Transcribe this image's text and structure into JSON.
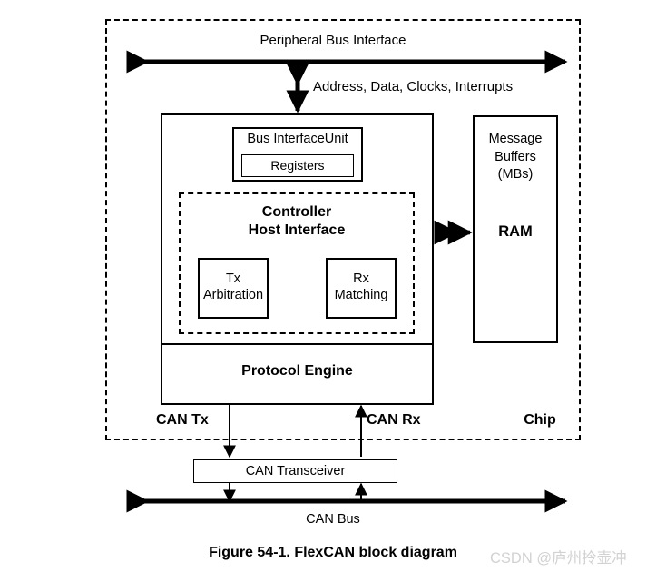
{
  "figure": {
    "caption": "Figure 54-1. FlexCAN block diagram",
    "watermark": "CSDN @庐州拎壶冲"
  },
  "diagram": {
    "chip_label": "Chip",
    "peripheral_bus_label": "Peripheral Bus Interface",
    "bus_signals_label": "Address, Data, Clocks, Interrupts",
    "blocks": {
      "bus_interface_unit": "Bus InterfaceUnit",
      "registers": "Registers",
      "controller_host_interface_line1": "Controller",
      "controller_host_interface_line2": "Host Interface",
      "tx_line1": "Tx",
      "tx_line2": "Arbitration",
      "rx_line1": "Rx",
      "rx_line2": "Matching",
      "protocol_engine": "Protocol Engine",
      "message_buffers_line1": "Message",
      "message_buffers_line2": "Buffers",
      "message_buffers_line3": "(MBs)",
      "ram": "RAM",
      "can_transceiver": "CAN Transceiver"
    },
    "signals": {
      "can_tx": "CAN Tx",
      "can_rx": "CAN Rx",
      "can_bus": "CAN Bus"
    },
    "colors": {
      "stroke": "#000000",
      "background": "#ffffff",
      "watermark": "#d2d2d2"
    }
  }
}
